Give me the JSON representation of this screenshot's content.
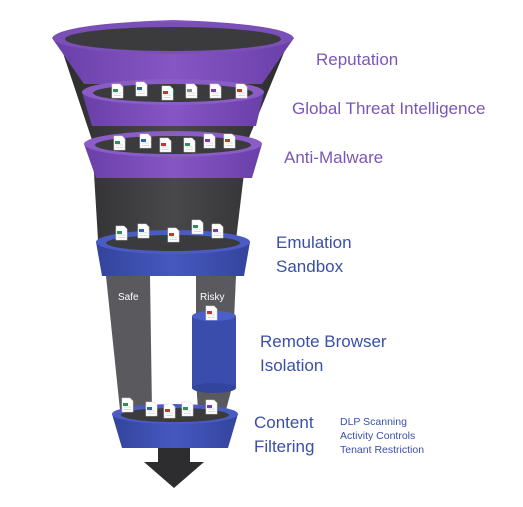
{
  "stages": {
    "reputation": "Reputation",
    "threat_intel": "Global Threat Intelligence",
    "anti_malware": "Anti-Malware",
    "emulation_line1": "Emulation",
    "emulation_line2": "Sandbox",
    "rbi_line1": "Remote Browser",
    "rbi_line2": "Isolation",
    "content_line1": "Content",
    "content_line2": "Filtering"
  },
  "paths": {
    "safe": "Safe",
    "risky": "Risky"
  },
  "content_filtering_items": [
    "DLP Scanning",
    "Activity Controls",
    "Tenant Restriction"
  ],
  "colors": {
    "purple_ring": "#7b4fb8",
    "blue_ring": "#3e4fb0",
    "funnel_dark": "#3b3b3d",
    "funnel_rim": "#4e4e52",
    "label_purple": "#7a57b5",
    "label_blue": "#3a4fa8"
  },
  "icons": [
    "document-icon",
    "arrow-down-icon"
  ]
}
